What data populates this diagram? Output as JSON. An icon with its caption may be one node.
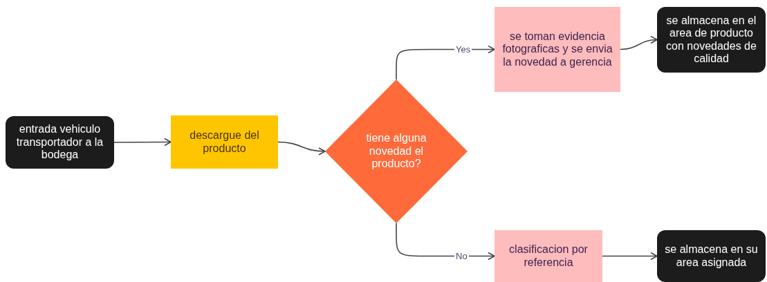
{
  "diagram": {
    "nodes": [
      {
        "text": [
          "entrada vehiculo transportador a la bodega"
        ]
      },
      {
        "text": [
          "descargue del producto"
        ]
      },
      {
        "text": [
          "tiene alguna novedad el producto?"
        ]
      },
      {
        "text": [
          "se toman evidencia fotograficas y se envia la novedad a gerencia"
        ]
      },
      {
        "text": [
          "se almacena en el area de producto con novedades de calidad"
        ]
      },
      {
        "text": [
          "clasificacion por referencia"
        ]
      },
      {
        "text": [
          "se almacena en su area asignada"
        ]
      }
    ],
    "edges": [
      {
        "from": 0,
        "to": 1,
        "arrow": "to"
      },
      {
        "from": 1,
        "to": 2,
        "arrow": "to"
      },
      {
        "from": 2,
        "to": 3,
        "arrow": "to",
        "label": "Yes"
      },
      {
        "from": 3,
        "to": 4,
        "arrow": "to"
      },
      {
        "from": 2,
        "to": 5,
        "arrow": "to",
        "label": "No"
      },
      {
        "from": 5,
        "to": 6,
        "arrow": "to"
      }
    ]
  }
}
